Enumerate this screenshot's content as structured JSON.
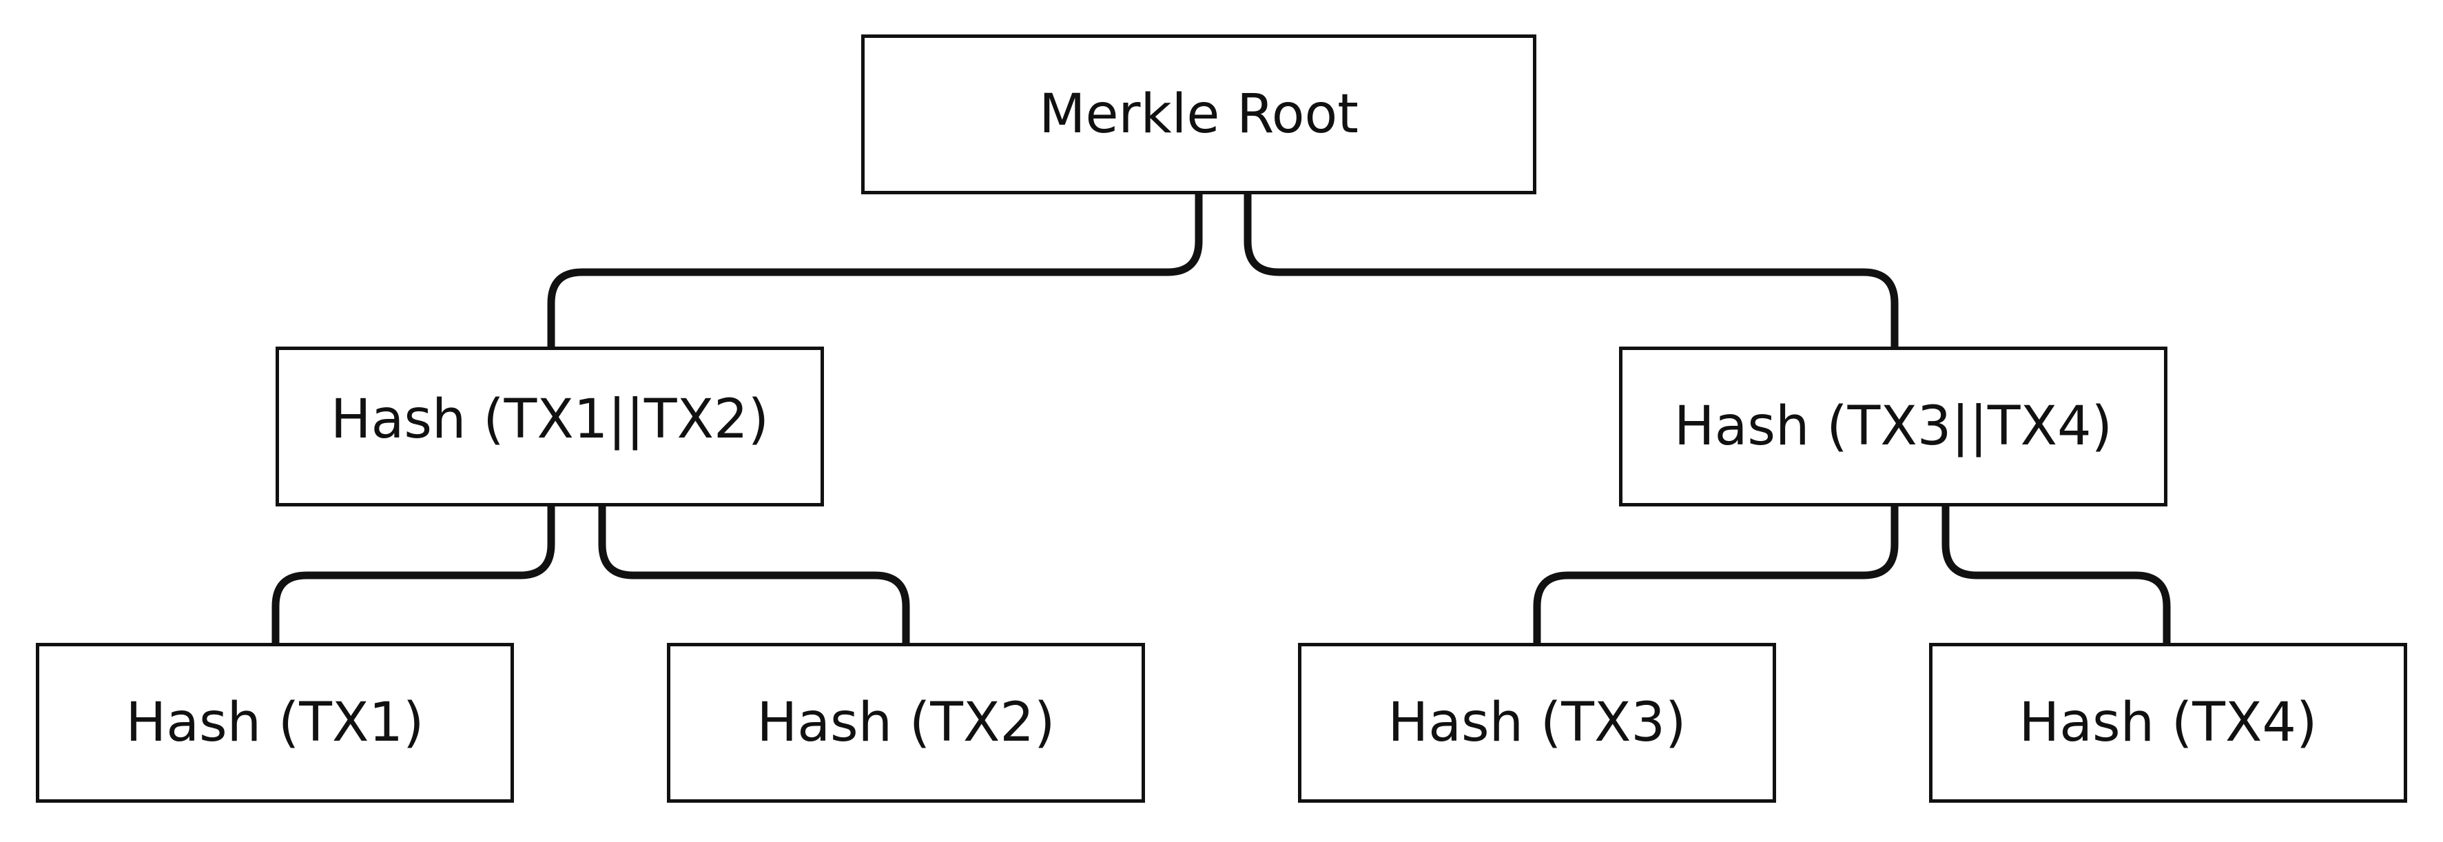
{
  "diagram": {
    "nodes": {
      "root": "Merkle Root",
      "hash_tx1_tx2": "Hash (TX1||TX2)",
      "hash_tx3_tx4": "Hash (TX3||TX4)",
      "hash_tx1": "Hash (TX1)",
      "hash_tx2": "Hash (TX2)",
      "hash_tx3": "Hash (TX3)",
      "hash_tx4": "Hash (TX4)"
    },
    "edges": [
      {
        "from": "root",
        "to": "hash_tx1_tx2"
      },
      {
        "from": "root",
        "to": "hash_tx3_tx4"
      },
      {
        "from": "hash_tx1_tx2",
        "to": "hash_tx1"
      },
      {
        "from": "hash_tx1_tx2",
        "to": "hash_tx2"
      },
      {
        "from": "hash_tx3_tx4",
        "to": "hash_tx3"
      },
      {
        "from": "hash_tx3_tx4",
        "to": "hash_tx4"
      }
    ],
    "line_color": "#111111",
    "box_border_color": "#111111",
    "background_color": "#ffffff"
  }
}
